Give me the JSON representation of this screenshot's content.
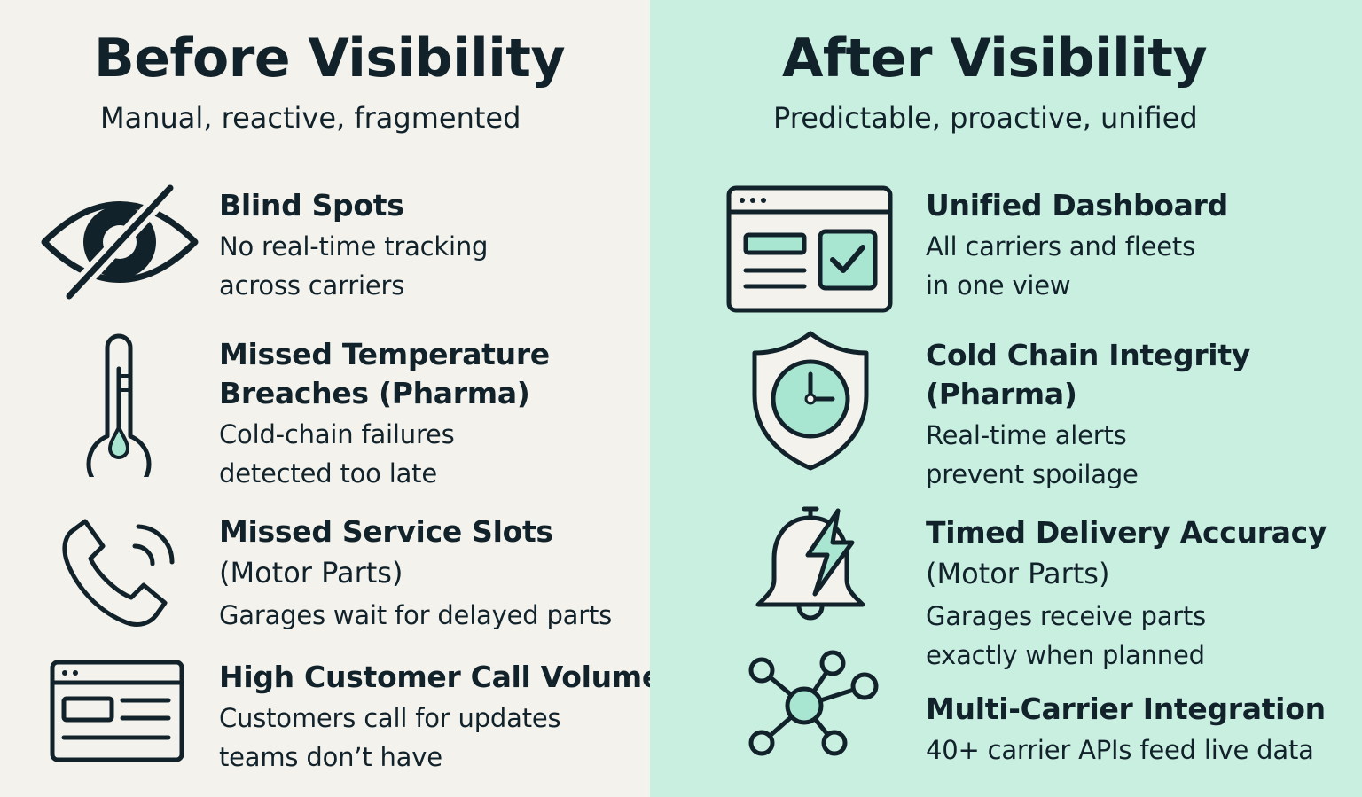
{
  "colors": {
    "left_background": "#f3f2ec",
    "right_background": "#c9efe0",
    "ink": "#12222b",
    "accent": "#a8e6d2"
  },
  "before": {
    "title": "Before Visibility",
    "subtitle": "Manual, reactive, fragmented",
    "items": [
      {
        "icon": "eye-slash-icon",
        "title_lines": [
          "Blind Spots"
        ],
        "desc_lines": [
          "No real-time tracking",
          "across carriers"
        ]
      },
      {
        "icon": "thermometer-icon",
        "title_lines": [
          "Missed Temperature",
          "Breaches (Pharma)"
        ],
        "desc_lines": [
          "Cold-chain failures",
          "detected too late"
        ]
      },
      {
        "icon": "phone-ringing-icon",
        "title_lines": [
          "Missed Service Slots"
        ],
        "title_sub": "(Motor Parts)",
        "desc_lines": [
          "Garages wait for delayed parts"
        ]
      },
      {
        "icon": "browser-window-icon",
        "title_lines": [
          "High Customer Call Volume"
        ],
        "desc_lines": [
          "Customers call for updates",
          "teams don’t have"
        ]
      }
    ]
  },
  "after": {
    "title": "After Visibility",
    "subtitle": "Predictable, proactive, unified",
    "items": [
      {
        "icon": "dashboard-check-icon",
        "title_lines": [
          "Unified Dashboard"
        ],
        "desc_lines": [
          "All carriers and fleets",
          "in one view"
        ]
      },
      {
        "icon": "shield-clock-icon",
        "title_lines": [
          "Cold Chain Integrity",
          "(Pharma)"
        ],
        "desc_lines": [
          "Real-time alerts",
          "prevent spoilage"
        ]
      },
      {
        "icon": "bell-lightning-icon",
        "title_lines": [
          "Timed Delivery Accuracy"
        ],
        "title_sub": "(Motor Parts)",
        "desc_lines": [
          "Garages receive parts",
          "exactly when planned"
        ]
      },
      {
        "icon": "network-nodes-icon",
        "title_lines": [
          "Multi-Carrier Integration"
        ],
        "desc_lines": [
          "40+ carrier APIs feed live data"
        ]
      }
    ]
  }
}
